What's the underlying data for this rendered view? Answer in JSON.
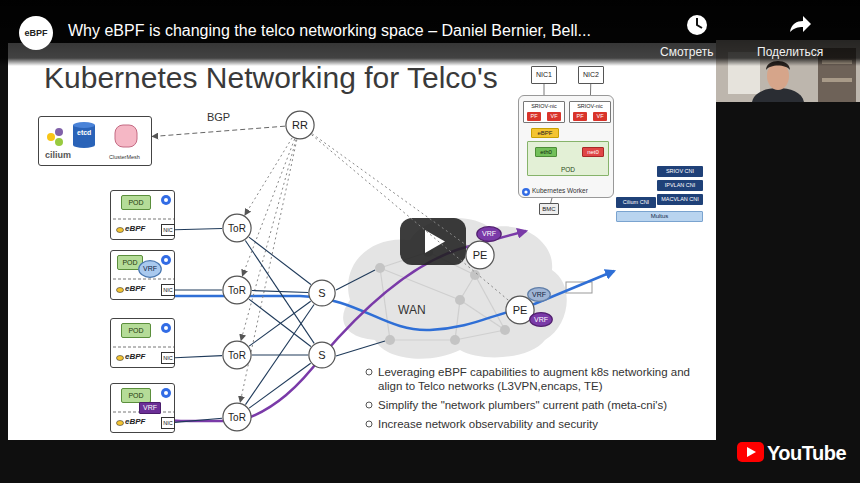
{
  "diagram": {
    "title": "Kubernetes Networking for Telco's",
    "nodes": [
      {
        "text": [
          "etcd",
          "cilium",
          "ClusterMesh"
        ]
      },
      {
        "text": [
          "RR"
        ]
      },
      {
        "text": [
          "eBPF"
        ]
      },
      {
        "text": [
          "POD"
        ],
        "in": 2
      },
      {
        "text": [
          "NIC"
        ],
        "in": 2
      },
      {
        "text": [
          "eBPF"
        ]
      },
      {
        "text": [
          "POD"
        ],
        "in": 5
      },
      {
        "text": [
          "VRF"
        ],
        "in": 5
      },
      {
        "text": [
          "NIC"
        ],
        "in": 5
      },
      {
        "text": [
          "eBPF"
        ]
      },
      {
        "text": [
          "POD"
        ],
        "in": 9
      },
      {
        "text": [
          "NIC"
        ],
        "in": 9
      },
      {
        "text": [
          "eBPF"
        ]
      },
      {
        "text": [
          "POD"
        ],
        "in": 12
      },
      {
        "text": [
          "VRF"
        ],
        "in": 12
      },
      {
        "text": [
          "NIC"
        ],
        "in": 12
      },
      {
        "text": [
          "ToR"
        ]
      },
      {
        "text": [
          "ToR"
        ]
      },
      {
        "text": [
          "ToR"
        ]
      },
      {
        "text": [
          "ToR"
        ]
      },
      {
        "text": [
          "S"
        ]
      },
      {
        "text": [
          "S"
        ]
      },
      {
        "text": [
          "PE"
        ]
      },
      {
        "text": [
          "VRF"
        ]
      },
      {
        "text": [
          "PE"
        ]
      },
      {
        "text": [
          "VRF"
        ]
      },
      {
        "text": [
          "VRF"
        ]
      },
      {
        "text": [
          "NIC1"
        ]
      },
      {
        "text": [
          "NIC2"
        ]
      },
      {
        "text": [
          "Kubernetes Worker"
        ]
      },
      {
        "text": [
          "SRIOV-nic"
        ],
        "in": 29
      },
      {
        "text": [
          "PF"
        ],
        "in": 30
      },
      {
        "text": [
          "VF"
        ],
        "in": 30
      },
      {
        "text": [
          "SRIOV-nic"
        ],
        "in": 29
      },
      {
        "text": [
          "PF"
        ],
        "in": 33
      },
      {
        "text": [
          "VF"
        ],
        "in": 33
      },
      {
        "text": [
          "eBPF"
        ],
        "in": 29
      },
      {
        "text": [
          "POD"
        ],
        "in": 29
      },
      {
        "text": [
          "eth0"
        ],
        "in": 37
      },
      {
        "text": [
          "net0"
        ],
        "in": 37
      },
      {
        "text": [
          "BMC"
        ]
      },
      {
        "text": [
          "SRIOV CNI"
        ]
      },
      {
        "text": [
          "IPVLAN CNI"
        ]
      },
      {
        "text": [
          "MACVLAN CNI"
        ]
      },
      {
        "text": [
          "Cilium CNI"
        ]
      },
      {
        "text": [
          "Multus"
        ]
      }
    ],
    "edges": [
      {
        "from": 1,
        "to": 0,
        "label": "BGP",
        "arrow": "to"
      },
      {
        "from": 1,
        "to": 16,
        "arrow": "to"
      },
      {
        "from": 1,
        "to": 17,
        "arrow": "to"
      },
      {
        "from": 1,
        "to": 18,
        "arrow": "to"
      },
      {
        "from": 1,
        "to": 19,
        "arrow": "to"
      },
      {
        "from": 1,
        "to": 22,
        "arrow": "none"
      },
      {
        "from": 1,
        "to": 24,
        "arrow": "none"
      },
      {
        "from": 4,
        "to": 16,
        "arrow": "none"
      },
      {
        "from": 8,
        "to": 17,
        "arrow": "none"
      },
      {
        "from": 11,
        "to": 18,
        "arrow": "none"
      },
      {
        "from": 15,
        "to": 19,
        "arrow": "none"
      },
      {
        "from": 16,
        "to": 20,
        "arrow": "none"
      },
      {
        "from": 16,
        "to": 21,
        "arrow": "none"
      },
      {
        "from": 17,
        "to": 20,
        "arrow": "none"
      },
      {
        "from": 17,
        "to": 21,
        "arrow": "none"
      },
      {
        "from": 18,
        "to": 20,
        "arrow": "none"
      },
      {
        "from": 18,
        "to": 21,
        "arrow": "none"
      },
      {
        "from": 19,
        "to": 20,
        "arrow": "none"
      },
      {
        "from": 19,
        "to": 21,
        "arrow": "none"
      },
      {
        "from": 27,
        "to": 30,
        "arrow": "none"
      },
      {
        "from": 28,
        "to": 33,
        "arrow": "none"
      },
      {
        "from": 31,
        "to": 36,
        "arrow": "to"
      },
      {
        "from": 36,
        "to": 38,
        "arrow": "none"
      },
      {
        "from": 35,
        "to": 39,
        "arrow": "to"
      },
      {
        "from": 29,
        "to": 40,
        "arrow": "none"
      }
    ],
    "labels": [
      "Why eBPF is changing the telco networking space – Daniel Bernier, Bell...",
      "eBPF",
      "Смотреть",
      "Поделиться",
      "WAN",
      "Leveraging eBPF capabilities to augment k8s networking and align to Telco networks (L3VPN,encaps, TE)",
      "Simplify the \"network plumbers\" current path (meta-cni's)",
      "Increase network observability and security",
      "YouTube"
    ]
  }
}
